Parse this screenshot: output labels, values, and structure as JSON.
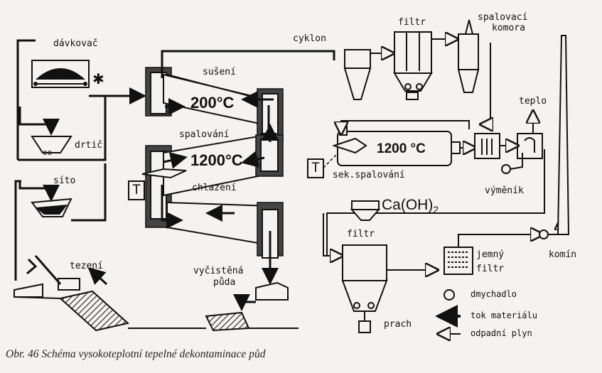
{
  "labels": {
    "davkovac": "dávkovač",
    "drtic": "drtič",
    "sito": "síto",
    "tezeni": "tezení",
    "suseni": "sušení",
    "temp_200": "200°C",
    "spalovani": "spalování",
    "temp_1200_kiln": "1200°C",
    "chlazeni": "chlazení",
    "vycistena_puda": [
      "vyčistěná",
      "půda"
    ],
    "cyklon": "cyklon",
    "filtr_top": "filtr",
    "spalovaci_komora": [
      "spalovací",
      "komora"
    ],
    "teplo": "teplo",
    "temp_1200_sec": "1200 °C",
    "sek_spalovani": "sek.spalování",
    "vymenik": "výměník",
    "caoh2": "Ca(OH)",
    "caoh2_sub": "2",
    "filtr_bottom": "filtr",
    "jemny_filtr": [
      "jemný",
      "filtr"
    ],
    "komin": "komín",
    "prach": "prach",
    "temperature_marker": "T"
  },
  "legend": [
    {
      "label": "dmychadlo",
      "icon": "blower-icon"
    },
    {
      "label": "tok materiálu",
      "icon": "material-flow-arrow-icon"
    },
    {
      "label": "odpadní plyn",
      "icon": "waste-gas-arrow-icon"
    }
  ],
  "caption": "Obr. 46  Schéma vysokoteplotní tepelné dekontaminace půd",
  "colors": {
    "ink": "#111111",
    "paper": "#f4f3f1"
  }
}
